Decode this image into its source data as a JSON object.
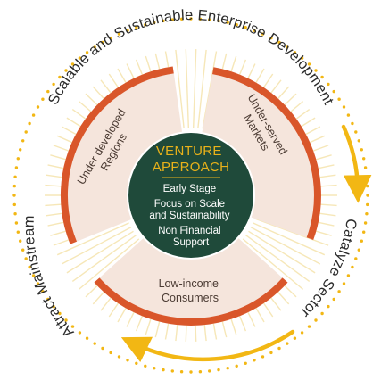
{
  "outer_labels": {
    "top": "Scalable and Sustainable Enterprise Development",
    "right": "Catalyze Sector",
    "left": "Attract Mainstream"
  },
  "segments": {
    "left": [
      "Under developed",
      "Regions"
    ],
    "right": [
      "Under-served",
      "Markets"
    ],
    "bottom": [
      "Low-income",
      "Consumers"
    ]
  },
  "center": {
    "title": [
      "VENTURE",
      "APPROACH"
    ],
    "items": [
      "Early Stage",
      "Focus on Scale",
      "and Sustainability",
      "Non Financial",
      "Support"
    ]
  },
  "colors": {
    "dots": "#f2b714",
    "rays": "#f6e7b8",
    "segment_fill": "#f5e5dc",
    "segment_arc": "#d9562a",
    "arrow": "#f2b714",
    "center_fill": "#1f4a3a",
    "center_title": "#e9b21a"
  }
}
